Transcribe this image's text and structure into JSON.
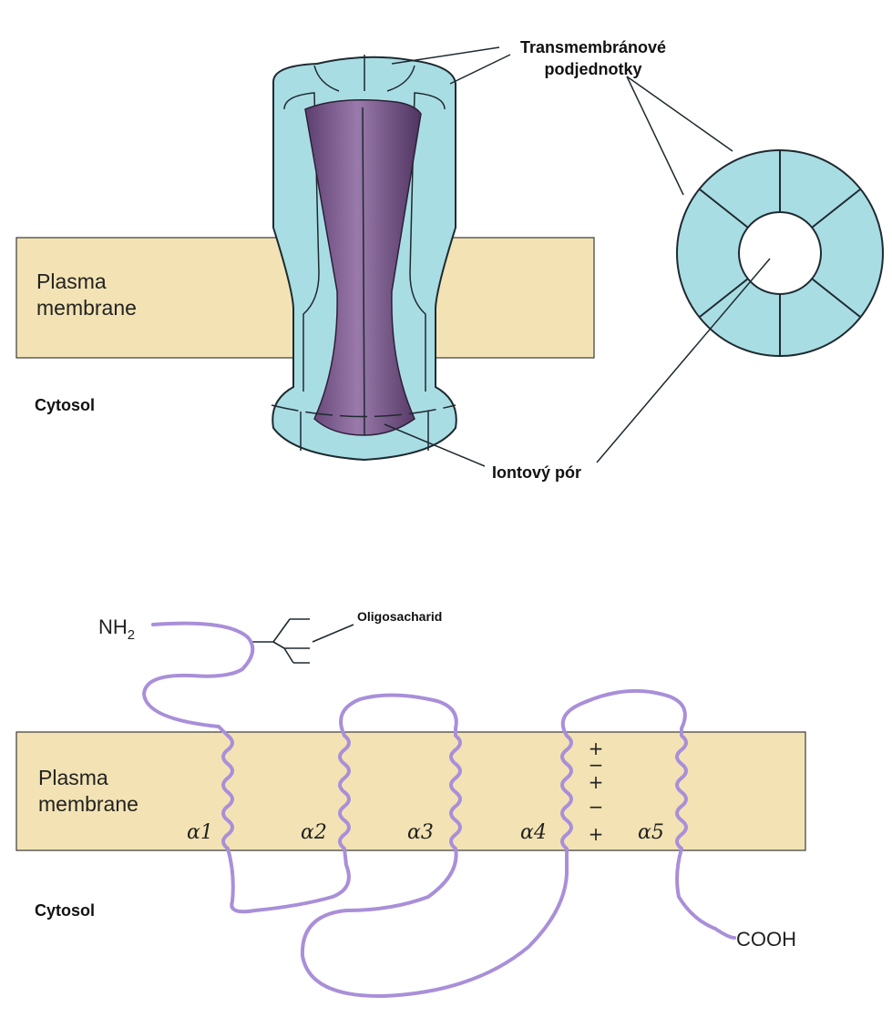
{
  "colors": {
    "membrane": "#f3e3b4",
    "membrane_line": "#3a3a3a",
    "subunit": "#a9dde4",
    "subunit_line": "#1e2a30",
    "pore": "#7c5b8c",
    "chain": "#a98fd9"
  },
  "top_panel": {
    "label_subunits_line1": "Transmembránové",
    "label_subunits_line2": "podjednotky",
    "membrane_label_line1": "Plasma",
    "membrane_label_line2": "membrane",
    "cytosol_label": "Cytosol",
    "pore_label": "Iontový pór"
  },
  "bottom_panel": {
    "nterm_base": "NH",
    "nterm_sub": "2",
    "oligo_label": "Oligosacharid",
    "membrane_label_line1": "Plasma",
    "membrane_label_line2": "membrane",
    "cytosol_label": "Cytosol",
    "cterm_label": "COOH",
    "helices": [
      "α1",
      "α2",
      "α3",
      "α4",
      "α5"
    ],
    "charges": [
      "+",
      "−",
      "+",
      "−",
      "+"
    ]
  }
}
